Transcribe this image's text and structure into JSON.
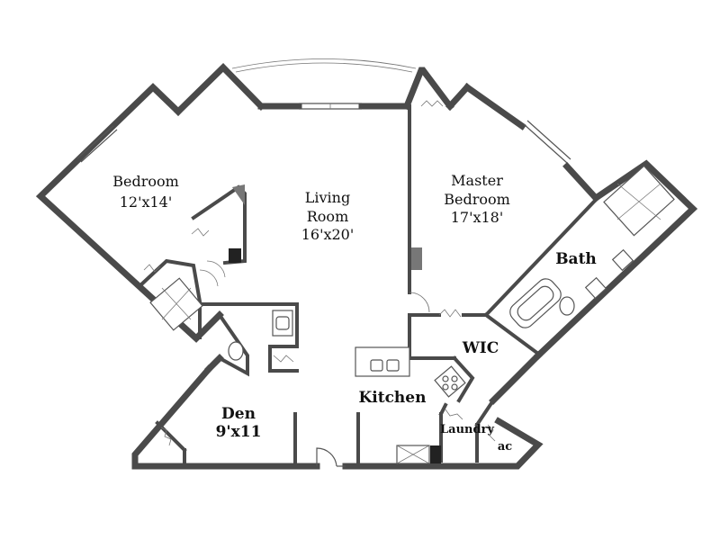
{
  "rooms": {
    "bedroom": {
      "name": "Bedroom",
      "size": "12'x14'"
    },
    "living": {
      "name1": "Living",
      "name2": "Room",
      "size": "16'x20'"
    },
    "master": {
      "name1": "Master",
      "name2": "Bedroom",
      "size": "17'x18'"
    },
    "bath": {
      "name": "Bath"
    },
    "wic": {
      "name": "WIC"
    },
    "kitchen": {
      "name": "Kitchen"
    },
    "den": {
      "name": "Den",
      "size": "9'x11"
    },
    "laundry": {
      "name": "Laundry"
    },
    "ac": {
      "name": "ac"
    }
  },
  "colors": {
    "wall": "#4a4a4a",
    "fixture_dark": "#222222",
    "background": "#ffffff"
  }
}
